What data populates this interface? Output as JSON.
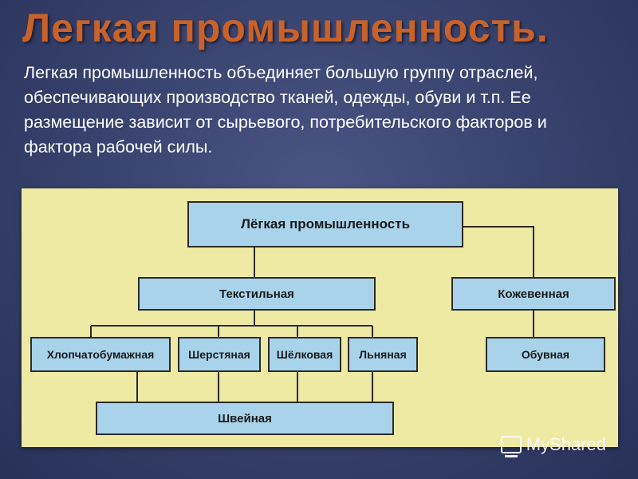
{
  "slide": {
    "title": "Легкая промышленность.",
    "text": "Легкая промышленность объединяет большую группу отраслей, обеспечивающих производство тканей, одежды, обуви и т.п. Ее размещение зависит от сырьевого, потребительского факторов и фактора рабочей силы."
  },
  "diagram": {
    "root": "Лёгкая промышленность",
    "branches": {
      "textile": "Текстильная",
      "leather": "Кожевенная"
    },
    "textile_children": [
      "Хлопчатобумажная",
      "Шерстяная",
      "Шёлковая",
      "Льняная"
    ],
    "leather_children": [
      "Обувная"
    ],
    "sewing": "Швейная"
  },
  "watermark": {
    "text": "MyShared",
    "icon": "presentation-screen-icon"
  },
  "colors": {
    "title": "#c8622a",
    "background": "#3a4470",
    "figure_background": "#eeeaa4",
    "box_fill": "#a9d3ea"
  }
}
